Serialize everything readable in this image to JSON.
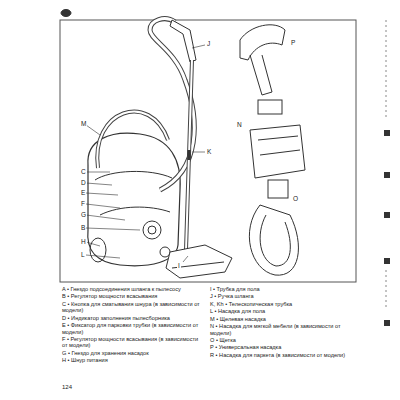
{
  "diagram": {
    "labels": [
      "M",
      "C",
      "D",
      "E",
      "F",
      "G",
      "B",
      "H",
      "I",
      "J",
      "K",
      "L",
      "N",
      "O",
      "P",
      "A • Гнездо подсоединения шланга к пылесосу",
      "B • Регулятор мощности всасывания",
      "C • Кнопка для сматывания шнура (в зависимости от модели)",
      "D • Индикатор заполнения пылесборника",
      "E • Фиксатор для парковки трубки (в зависимости от модели)",
      "F • Регулятор мощности всасывания (в зависимости от модели)",
      "G • Гнездо для хранения насадок",
      "H • Шнур питания",
      "I • Трубка для пола",
      "J • Ручка шланга",
      "K, Kh • Телескопическая трубка",
      "L • Насадка для пола",
      "M • Щелевая насадка",
      "N • Насадка для мягкой мебели (в зависимости от модели)",
      "O • Щетка",
      "P • Универсальная насадка",
      "R • Насадка для паркета (в зависимости от модели)",
      "124"
    ]
  }
}
